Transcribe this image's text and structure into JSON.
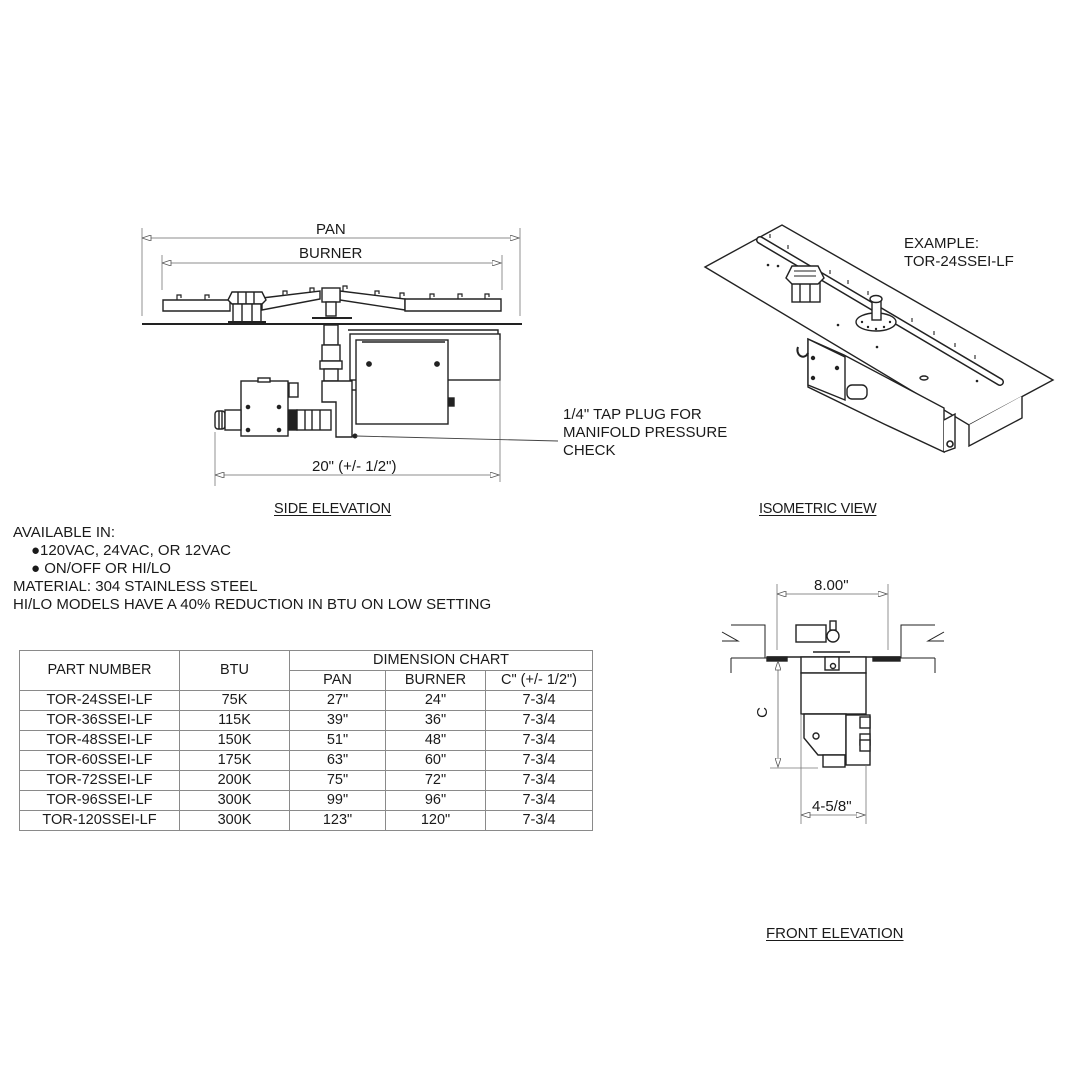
{
  "side_elevation": {
    "pan_label": "PAN",
    "burner_label": "BURNER",
    "width_dim": "20\" (+/- 1/2\")",
    "tap_plug_note": [
      "1/4\" TAP PLUG FOR",
      "MANIFOLD PRESSURE",
      "CHECK"
    ],
    "title": "SIDE ELEVATION"
  },
  "isometric_view": {
    "example_label": "EXAMPLE:",
    "example_model": "TOR-24SSEI-LF",
    "title": "ISOMETRIC VIEW"
  },
  "front_elevation": {
    "width_dim": "8.00\"",
    "height_dim": "C",
    "depth_dim": "4-5/8\"",
    "title": "FRONT ELEVATION"
  },
  "notes": {
    "available_in": "AVAILABLE IN:",
    "bullets": [
      "●120VAC, 24VAC, OR 12VAC",
      "● ON/OFF OR HI/LO"
    ],
    "material": "MATERIAL: 304 STAINLESS STEEL",
    "hilo": "HI/LO MODELS HAVE A 40% REDUCTION IN BTU ON LOW SETTING"
  },
  "table": {
    "headers": {
      "part_number": "PART NUMBER",
      "btu": "BTU",
      "dimension_chart": "DIMENSION CHART",
      "pan": "PAN",
      "burner": "BURNER",
      "c": "C\" (+/- 1/2\")"
    },
    "rows": [
      {
        "part": "TOR-24SSEI-LF",
        "btu": "75K",
        "pan": "27\"",
        "burner": "24\"",
        "c": "7-3/4"
      },
      {
        "part": "TOR-36SSEI-LF",
        "btu": "115K",
        "pan": "39\"",
        "burner": "36\"",
        "c": "7-3/4"
      },
      {
        "part": "TOR-48SSEI-LF",
        "btu": "150K",
        "pan": "51\"",
        "burner": "48\"",
        "c": "7-3/4"
      },
      {
        "part": "TOR-60SSEI-LF",
        "btu": "175K",
        "pan": "63\"",
        "burner": "60\"",
        "c": "7-3/4"
      },
      {
        "part": "TOR-72SSEI-LF",
        "btu": "200K",
        "pan": "75\"",
        "burner": "72\"",
        "c": "7-3/4"
      },
      {
        "part": "TOR-96SSEI-LF",
        "btu": "300K",
        "pan": "99\"",
        "burner": "96\"",
        "c": "7-3/4"
      },
      {
        "part": "TOR-120SSEI-LF",
        "btu": "300K",
        "pan": "123\"",
        "burner": "120\"",
        "c": "7-3/4"
      }
    ]
  }
}
